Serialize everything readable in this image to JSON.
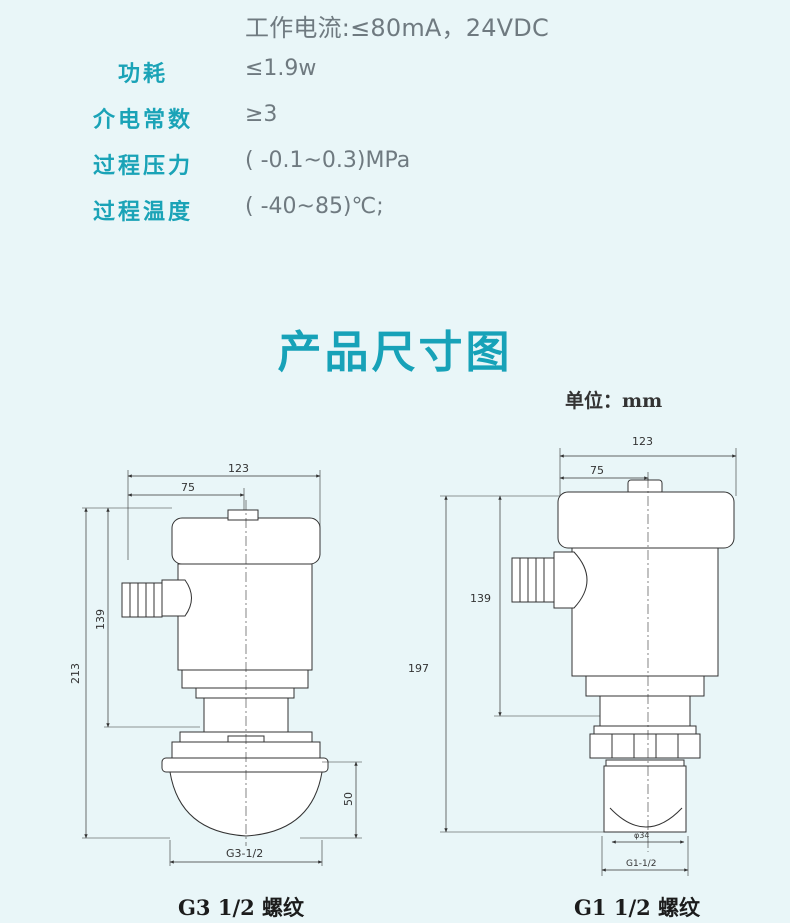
{
  "specs": {
    "first_line": "工作电流:≤80mA，24VDC",
    "rows": [
      {
        "label": "功耗",
        "value": "≤1.9w"
      },
      {
        "label": "介电常数",
        "value": "≥3"
      },
      {
        "label": "过程压力",
        "value": "( -0.1~0.3)MPa"
      },
      {
        "label": "过程温度",
        "value": "( -40~85)℃;"
      }
    ]
  },
  "section_title": "产品尺寸图",
  "unit_label": "单位：mm",
  "left_drawing": {
    "caption": "G3 1/2 螺纹",
    "dim_width": "123",
    "dim_center": "75",
    "dim_total_height": "213",
    "dim_housing_height": "139",
    "dim_horn_height": "50",
    "thread_label": "G3-1/2"
  },
  "right_drawing": {
    "caption": "G1 1/2 螺纹",
    "dim_width": "123",
    "dim_center": "75",
    "dim_total_height": "197",
    "dim_housing_height": "139",
    "dim_diameter": "φ34",
    "thread_label": "G1-1/2"
  }
}
